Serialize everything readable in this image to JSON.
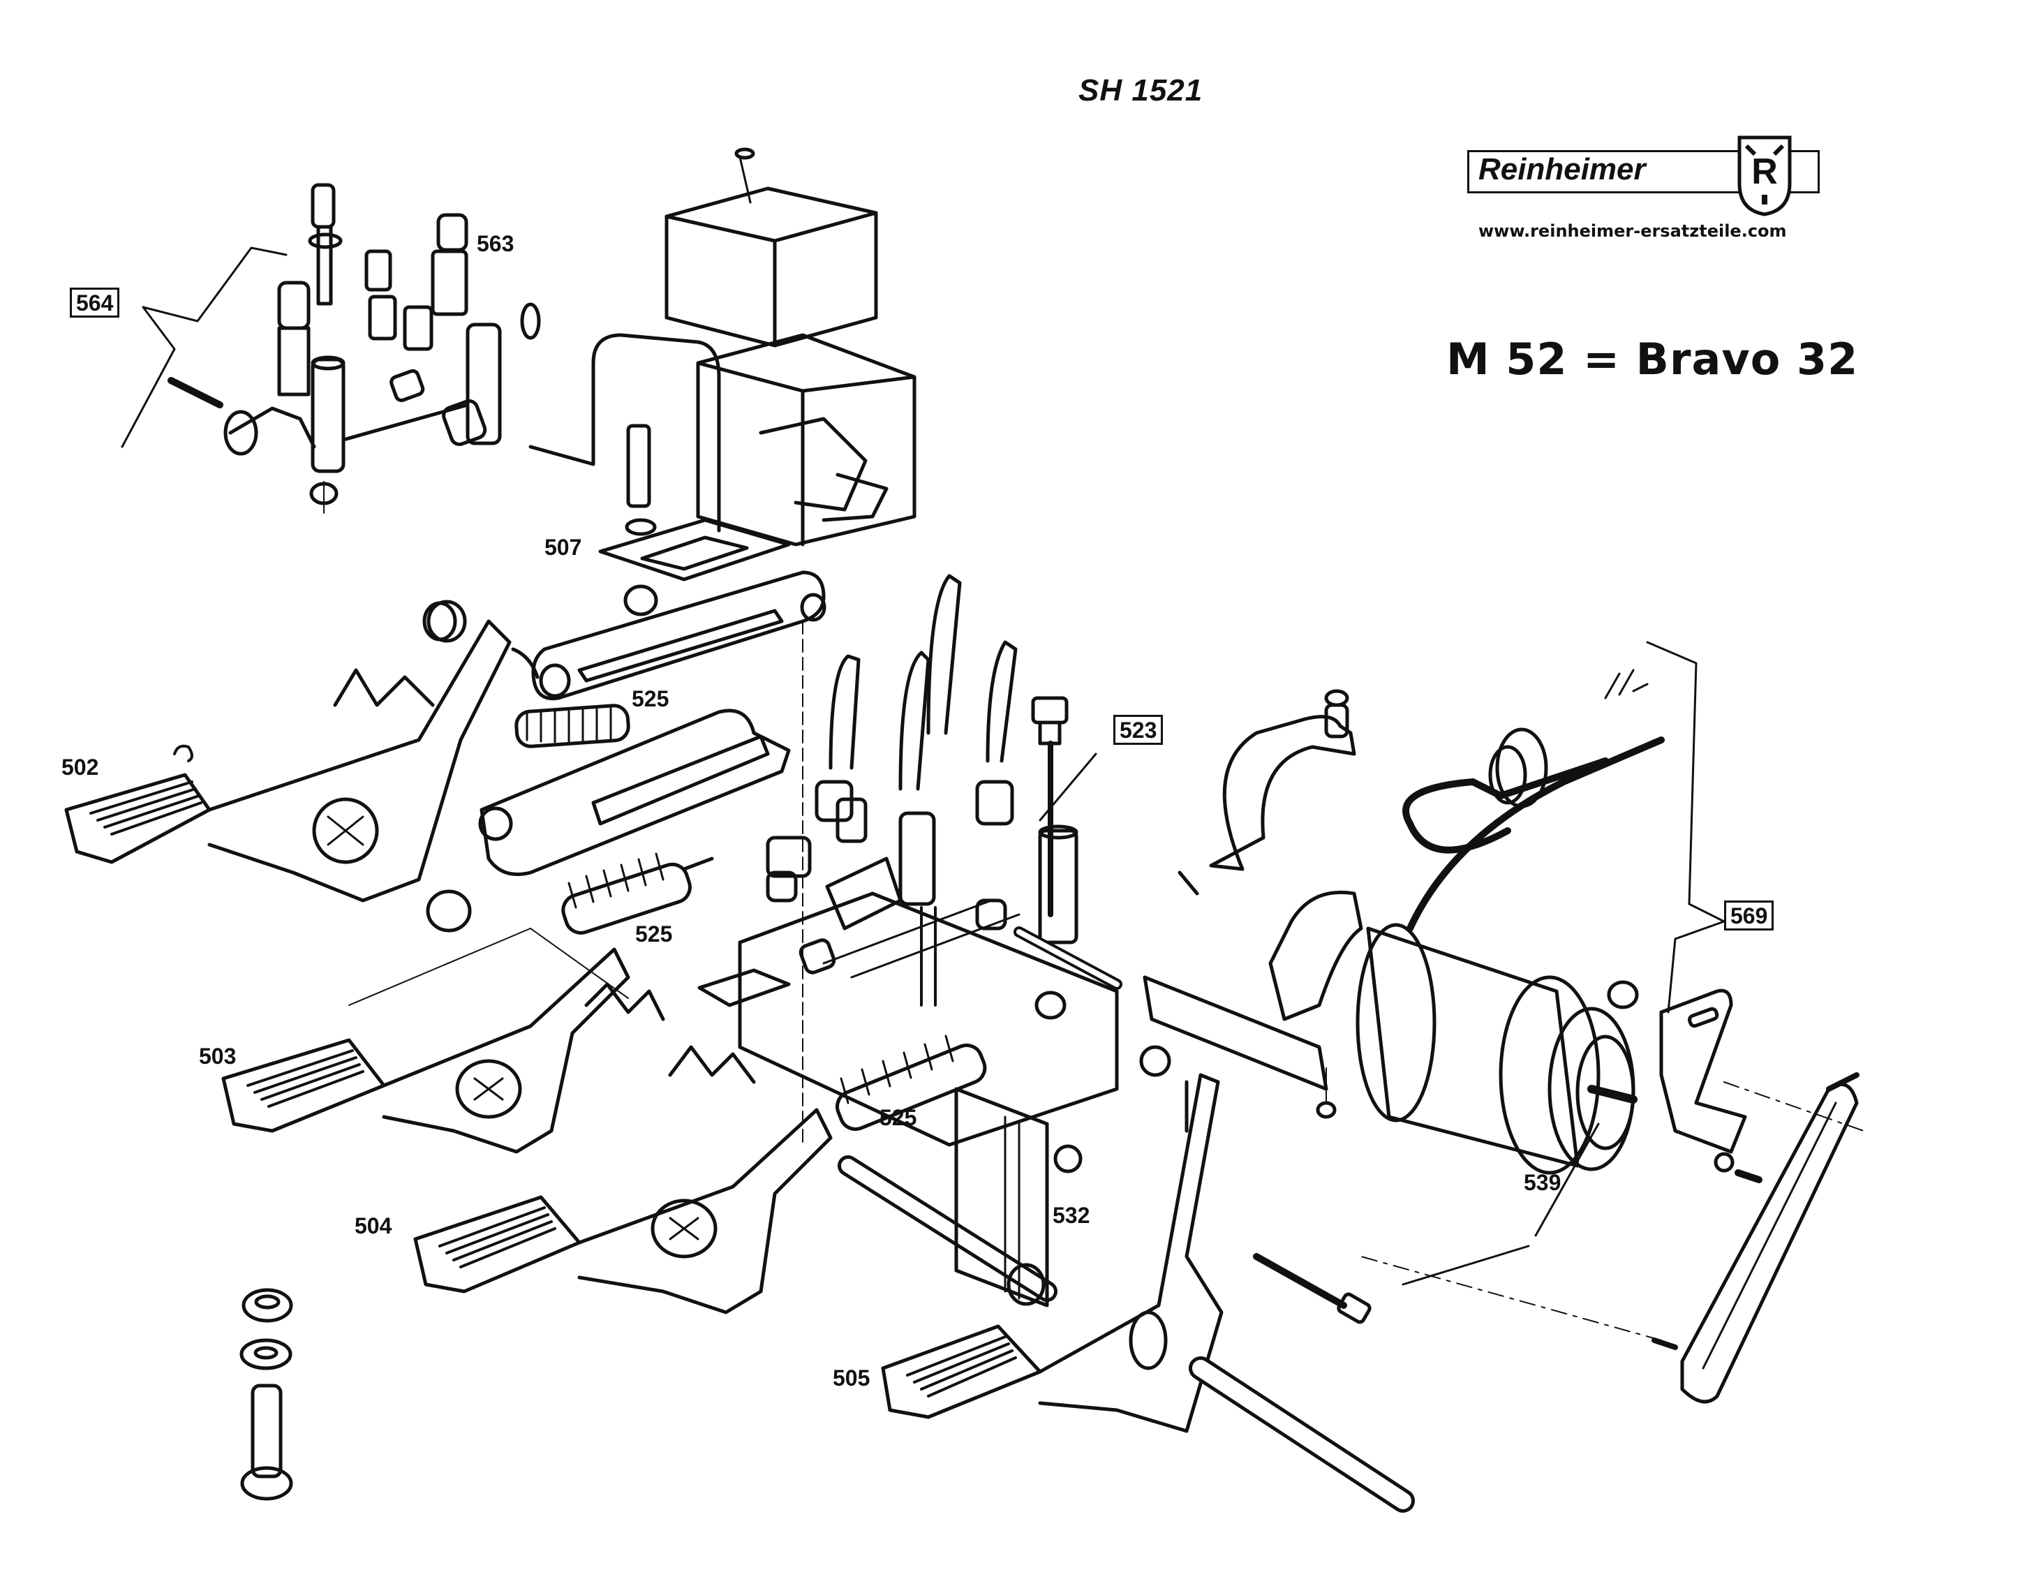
{
  "sheet": {
    "id": "SH 1521",
    "model_equivalence": "M 52 = Bravo 32"
  },
  "brand": {
    "name": "Reinheimer",
    "emblem_letter": "R",
    "url": "www.reinheimer-ersatzteile.com"
  },
  "callouts": [
    {
      "label": "564",
      "boxed": true,
      "part": "fuel-pump-valve-assembly"
    },
    {
      "label": "563",
      "boxed": false,
      "part": "fitting"
    },
    {
      "label": "507",
      "boxed": false,
      "part": "mounting-plate"
    },
    {
      "label": "525",
      "boxed": false,
      "part": "tension-spring-upper"
    },
    {
      "label": "502",
      "boxed": false,
      "part": "pedal-1"
    },
    {
      "label": "525",
      "boxed": false,
      "part": "tension-spring-middle"
    },
    {
      "label": "503",
      "boxed": false,
      "part": "pedal-2"
    },
    {
      "label": "525",
      "boxed": false,
      "part": "tension-spring-lower"
    },
    {
      "label": "504",
      "boxed": false,
      "part": "pedal-3"
    },
    {
      "label": "505",
      "boxed": false,
      "part": "pedal-4"
    },
    {
      "label": "532",
      "boxed": false,
      "part": "spring-bracket"
    },
    {
      "label": "523",
      "boxed": true,
      "part": "valve-block-assembly"
    },
    {
      "label": "569",
      "boxed": true,
      "part": "motor-assembly"
    },
    {
      "label": "539",
      "boxed": false,
      "part": "motor"
    }
  ]
}
